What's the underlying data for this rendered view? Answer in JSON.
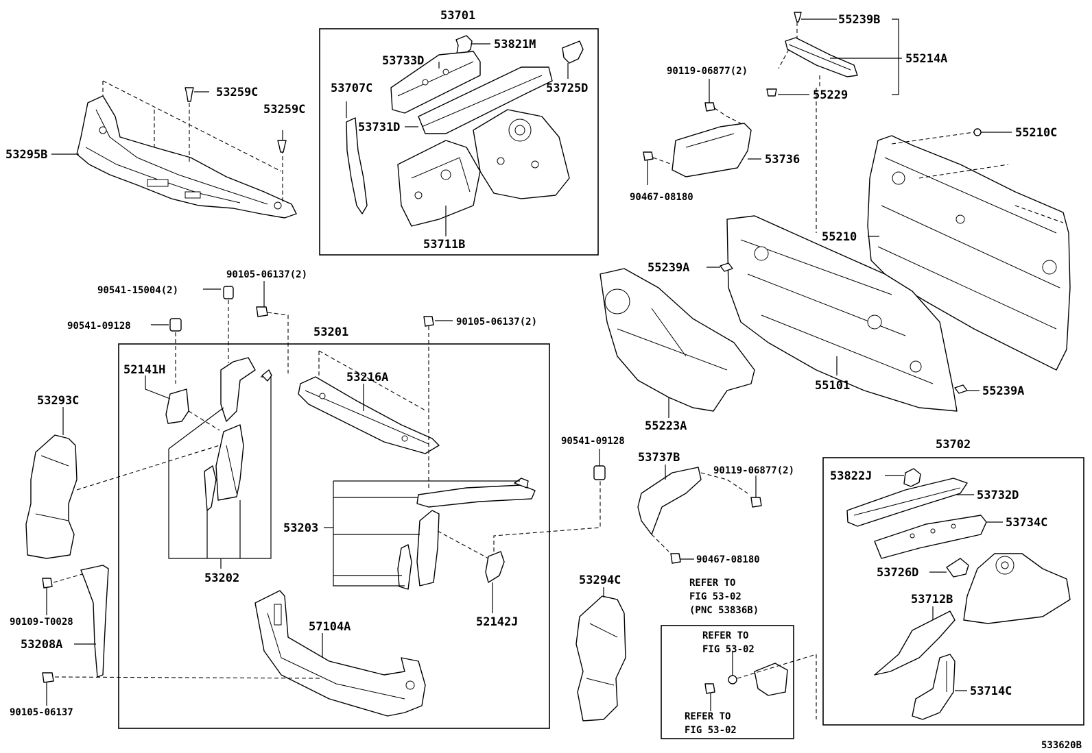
{
  "diagram_id": "533620B",
  "labels": {
    "p53701": "53701",
    "p53821M": "53821M",
    "p53733D": "53733D",
    "p53725D": "53725D",
    "p53707C": "53707C",
    "p53731D": "53731D",
    "p53711B": "53711B",
    "p53259C_a": "53259C",
    "p53259C_b": "53259C",
    "p53295B": "53295B",
    "p55239B": "55239B",
    "p55214A": "55214A",
    "p55229": "55229",
    "p90119_06877_a": "90119-06877(2)",
    "p53736": "53736",
    "p90467_08180_a": "90467-08180",
    "p55210C": "55210C",
    "p55210": "55210",
    "p55239A_a": "55239A",
    "p55101": "55101",
    "p55223A": "55223A",
    "p55239A_b": "55239A",
    "p90105_06137_a": "90105-06137(2)",
    "p90541_15004": "90541-15004(2)",
    "p90541_09128_a": "90541-09128",
    "p53201": "53201",
    "p90105_06137_b": "90105-06137(2)",
    "p52141H": "52141H",
    "p53216A": "53216A",
    "p53293C": "53293C",
    "p53203": "53203",
    "p53202": "53202",
    "p52142J": "52142J",
    "p90109_T0028": "90109-T0028",
    "p53208A": "53208A",
    "p57104A": "57104A",
    "p90105_06137_c": "90105-06137",
    "p90541_09128_b": "90541-09128",
    "p53294C": "53294C",
    "p53737B": "53737B",
    "p90119_06877_b": "90119-06877(2)",
    "p90467_08180_b": "90467-08180",
    "p53702": "53702",
    "p53822J": "53822J",
    "p53732D": "53732D",
    "p53734C": "53734C",
    "p53726D": "53726D",
    "p53712B": "53712B",
    "p53714C": "53714C"
  },
  "refer_notes": {
    "outer_line1": "REFER TO",
    "outer_line2": "FIG 53-02",
    "outer_line3": "(PNC 53836B)",
    "inner_top_line1": "REFER TO",
    "inner_top_line2": "FIG 53-02",
    "inner_bottom_line1": "REFER TO",
    "inner_bottom_line2": "FIG 53-02"
  }
}
